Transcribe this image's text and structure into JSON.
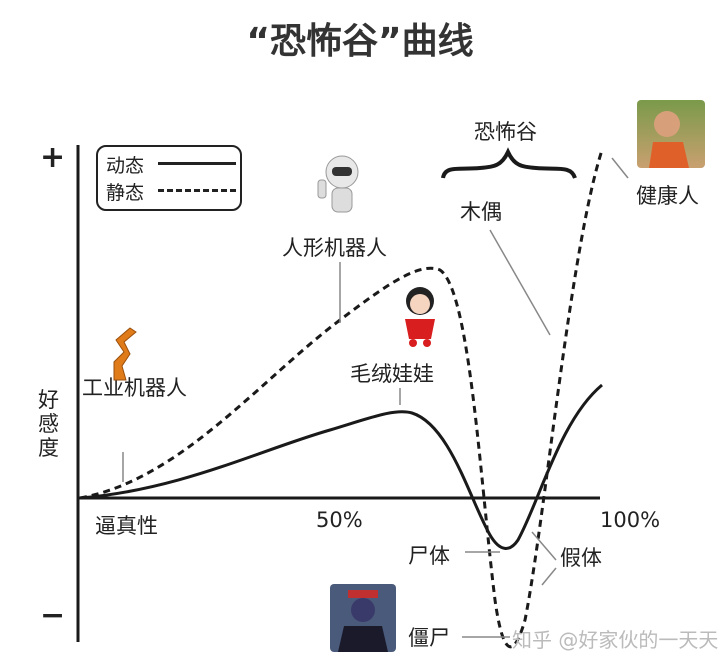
{
  "title": "“恐怖谷”曲线",
  "axes": {
    "y_label": "好感度",
    "y_plus": "+",
    "y_minus": "−",
    "x_label": "逼真性",
    "x_mid": "50%",
    "x_end": "100%"
  },
  "legend": {
    "dynamic": "动态",
    "static": "静态"
  },
  "annotations": {
    "valley": "恐怖谷",
    "industrial_robot": "工业机器人",
    "humanoid_robot": "人形机器人",
    "plush_doll": "毛绒娃娃",
    "puppet": "木偶",
    "healthy_person": "健康人",
    "corpse": "尸体",
    "prosthetic": "假体",
    "zombie": "僵尸"
  },
  "watermark": "知乎 @好家伙的一天天",
  "colors": {
    "line": "#1a1a1a",
    "robot_arm": "#e07b1a",
    "doll": "#d81e1e"
  }
}
